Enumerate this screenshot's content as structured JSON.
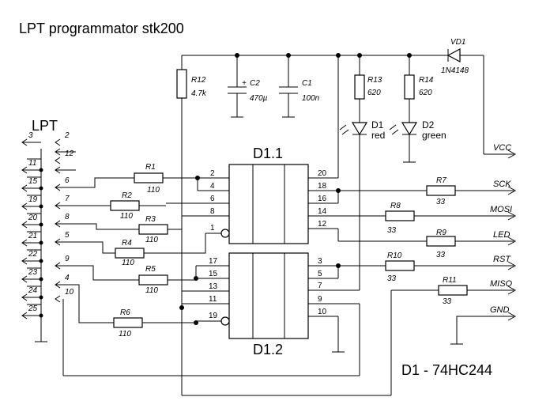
{
  "title": "LPT programmator stk200",
  "footer_note": "D1 - 74HC244",
  "lpt": {
    "label": "LPT",
    "left_pins": [
      "3",
      "11",
      "15",
      "19",
      "20",
      "21",
      "22",
      "23",
      "24",
      "25"
    ],
    "right_pins": [
      "2",
      "12",
      "6",
      "7",
      "8",
      "5",
      "9",
      "4",
      "10"
    ]
  },
  "ic": {
    "top_label": "D1.1",
    "bottom_label": "D1.2",
    "top_left_pins": [
      "2",
      "4",
      "6",
      "8",
      "1"
    ],
    "top_right_pins": [
      "20",
      "18",
      "16",
      "14",
      "12"
    ],
    "bottom_left_pins": [
      "17",
      "15",
      "13",
      "11",
      "19"
    ],
    "bottom_right_pins": [
      "3",
      "5",
      "7",
      "9",
      "10"
    ]
  },
  "resistors": {
    "r1": {
      "name": "R1",
      "value": "110"
    },
    "r2": {
      "name": "R2",
      "value": "110"
    },
    "r3": {
      "name": "R3",
      "value": "110"
    },
    "r4": {
      "name": "R4",
      "value": "110"
    },
    "r5": {
      "name": "R5",
      "value": "110"
    },
    "r6": {
      "name": "R6",
      "value": "110"
    },
    "r7": {
      "name": "R7",
      "value": "33"
    },
    "r8": {
      "name": "R8",
      "value": "33"
    },
    "r9": {
      "name": "R9",
      "value": "33"
    },
    "r10": {
      "name": "R10",
      "value": "33"
    },
    "r11": {
      "name": "R11",
      "value": "33"
    },
    "r12": {
      "name": "R12",
      "value": "4.7k"
    },
    "r13": {
      "name": "R13",
      "value": "620"
    },
    "r14": {
      "name": "R14",
      "value": "620"
    }
  },
  "capacitors": {
    "c2": {
      "name": "C2",
      "value": "470µ",
      "polarity": "+"
    },
    "c1": {
      "name": "C1",
      "value": "100n"
    }
  },
  "diodes": {
    "vd1": {
      "name": "VD1",
      "value": "1N4148"
    },
    "d1": {
      "name": "D1",
      "color": "red"
    },
    "d2": {
      "name": "D2",
      "color": "green"
    }
  },
  "signals": [
    "VCC",
    "SCK",
    "MOSI",
    "LED",
    "RST",
    "MISO",
    "GND"
  ]
}
